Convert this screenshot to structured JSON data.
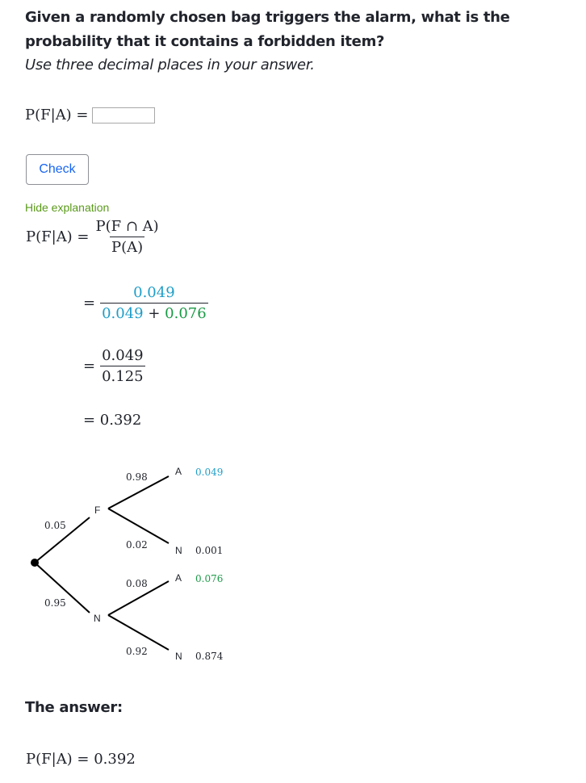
{
  "question": "Given a randomly chosen bag triggers the alarm, what is the probability that it contains a forbidden item?",
  "instruction": "Use three decimal places in your answer.",
  "answer_lhs": "P(F|A) =",
  "answer_input_value": "",
  "check_button_label": "Check",
  "hide_explanation_label": "Hide explanation",
  "explanation": {
    "step1_lhs": "P(F|A) =",
    "step1_num": "P(F ∩ A)",
    "step1_den": "P(A)",
    "step2_eq": "=",
    "step2_num": "0.049",
    "step2_den_a": "0.049",
    "step2_den_plus": " + ",
    "step2_den_b": "0.076",
    "step3_eq": "=",
    "step3_num": "0.049",
    "step3_den": "0.125",
    "step4": "= 0.392"
  },
  "tree": {
    "first": [
      {
        "label": "F",
        "prob": "0.05"
      },
      {
        "label": "N",
        "prob": "0.95"
      }
    ],
    "second": [
      {
        "label": "A",
        "prob": "0.98",
        "joint": "0.049",
        "color": "#1f9ec8"
      },
      {
        "label": "N",
        "prob": "0.02",
        "joint": "0.001",
        "color": "#21242c"
      },
      {
        "label": "A",
        "prob": "0.08",
        "joint": "0.076",
        "color": "#1a9a46"
      },
      {
        "label": "N",
        "prob": "0.92",
        "joint": "0.874",
        "color": "#21242c"
      }
    ]
  },
  "answer_heading": "The answer:",
  "final_answer": "P(F|A) = 0.392",
  "colors": {
    "link_blue": "#1865f2",
    "highlight_blue": "#1f9ec8",
    "highlight_green": "#1a9a46",
    "hide_link_green": "#5a9a1a"
  }
}
